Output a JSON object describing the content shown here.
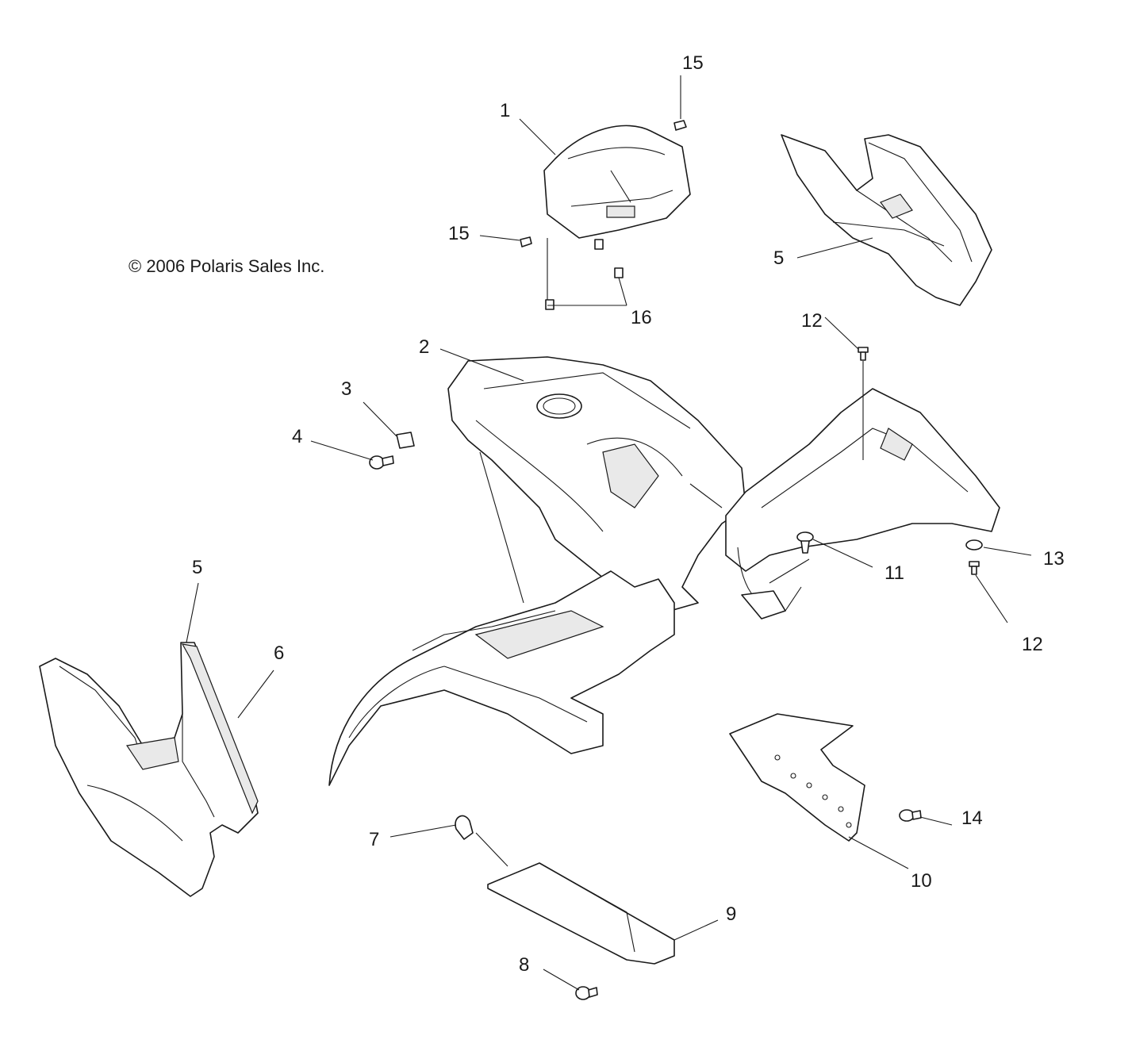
{
  "copyright": "© 2006 Polaris Sales Inc.",
  "callouts": {
    "c1": "1",
    "c2": "2",
    "c3": "3",
    "c4": "4",
    "c5a": "5",
    "c5b": "5",
    "c6": "6",
    "c7": "7",
    "c8": "8",
    "c9": "9",
    "c10": "10",
    "c11": "11",
    "c12a": "12",
    "c12b": "12",
    "c13": "13",
    "c14": "14",
    "c15a": "15",
    "c15b": "15",
    "c16": "16"
  }
}
